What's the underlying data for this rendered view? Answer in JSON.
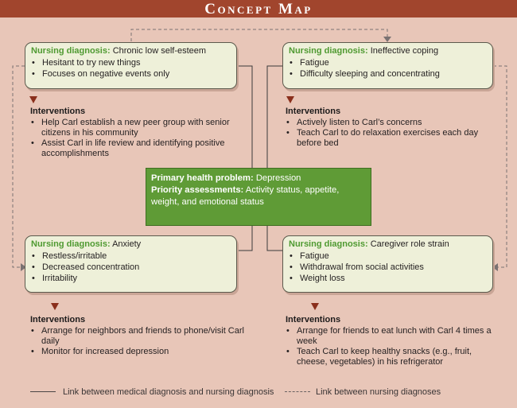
{
  "title": "Concept Map",
  "colors": {
    "background": "#e8c6b8",
    "title_bar": "#a1452d",
    "diagnosis_box": "#eef0d9",
    "label_green": "#4f9a31",
    "center_box": "#5f9b36",
    "arrow": "#8a2f1c"
  },
  "center": {
    "primary_label": "Primary health problem:",
    "primary_value": "Depression",
    "assess_label": "Priority assessments:",
    "assess_value": "Activity status, appetite, weight, and emotional status"
  },
  "diagnoses": {
    "top_left": {
      "label": "Nursing diagnosis:",
      "value": "Chronic low self-esteem",
      "items": [
        "Hesitant to try new things",
        "Focuses on negative events only"
      ],
      "interventions_title": "Interventions",
      "interventions": [
        "Help Carl establish a new peer group with senior citizens in his community",
        "Assist Carl in life review and identifying positive accomplishments"
      ]
    },
    "top_right": {
      "label": "Nursing diagnosis:",
      "value": "Ineffective coping",
      "items": [
        "Fatigue",
        "Difficulty sleeping and concentrating"
      ],
      "interventions_title": "Interventions",
      "interventions": [
        "Actively listen to Carl’s concerns",
        "Teach Carl to do relaxation exercises each day before bed"
      ]
    },
    "bottom_left": {
      "label": "Nursing diagnosis:",
      "value": "Anxiety",
      "items": [
        "Restless/irritable",
        "Decreased concentration",
        "Irritability"
      ],
      "interventions_title": "Interventions",
      "interventions": [
        "Arrange for neighbors and friends to phone/visit Carl daily",
        "Monitor for increased depression"
      ]
    },
    "bottom_right": {
      "label": "Nursing diagnosis:",
      "value": "Caregiver role strain",
      "items": [
        "Fatigue",
        "Withdrawal from social activities",
        "Weight loss"
      ],
      "interventions_title": "Interventions",
      "interventions": [
        "Arrange for friends to eat lunch with Carl 4 times a week",
        "Teach Carl to keep healthy snacks (e.g., fruit, cheese, vegetables) in his refrigerator"
      ]
    }
  },
  "legend": {
    "solid": "Link between medical diagnosis and nursing diagnosis",
    "dashed": "Link between nursing diagnoses"
  }
}
